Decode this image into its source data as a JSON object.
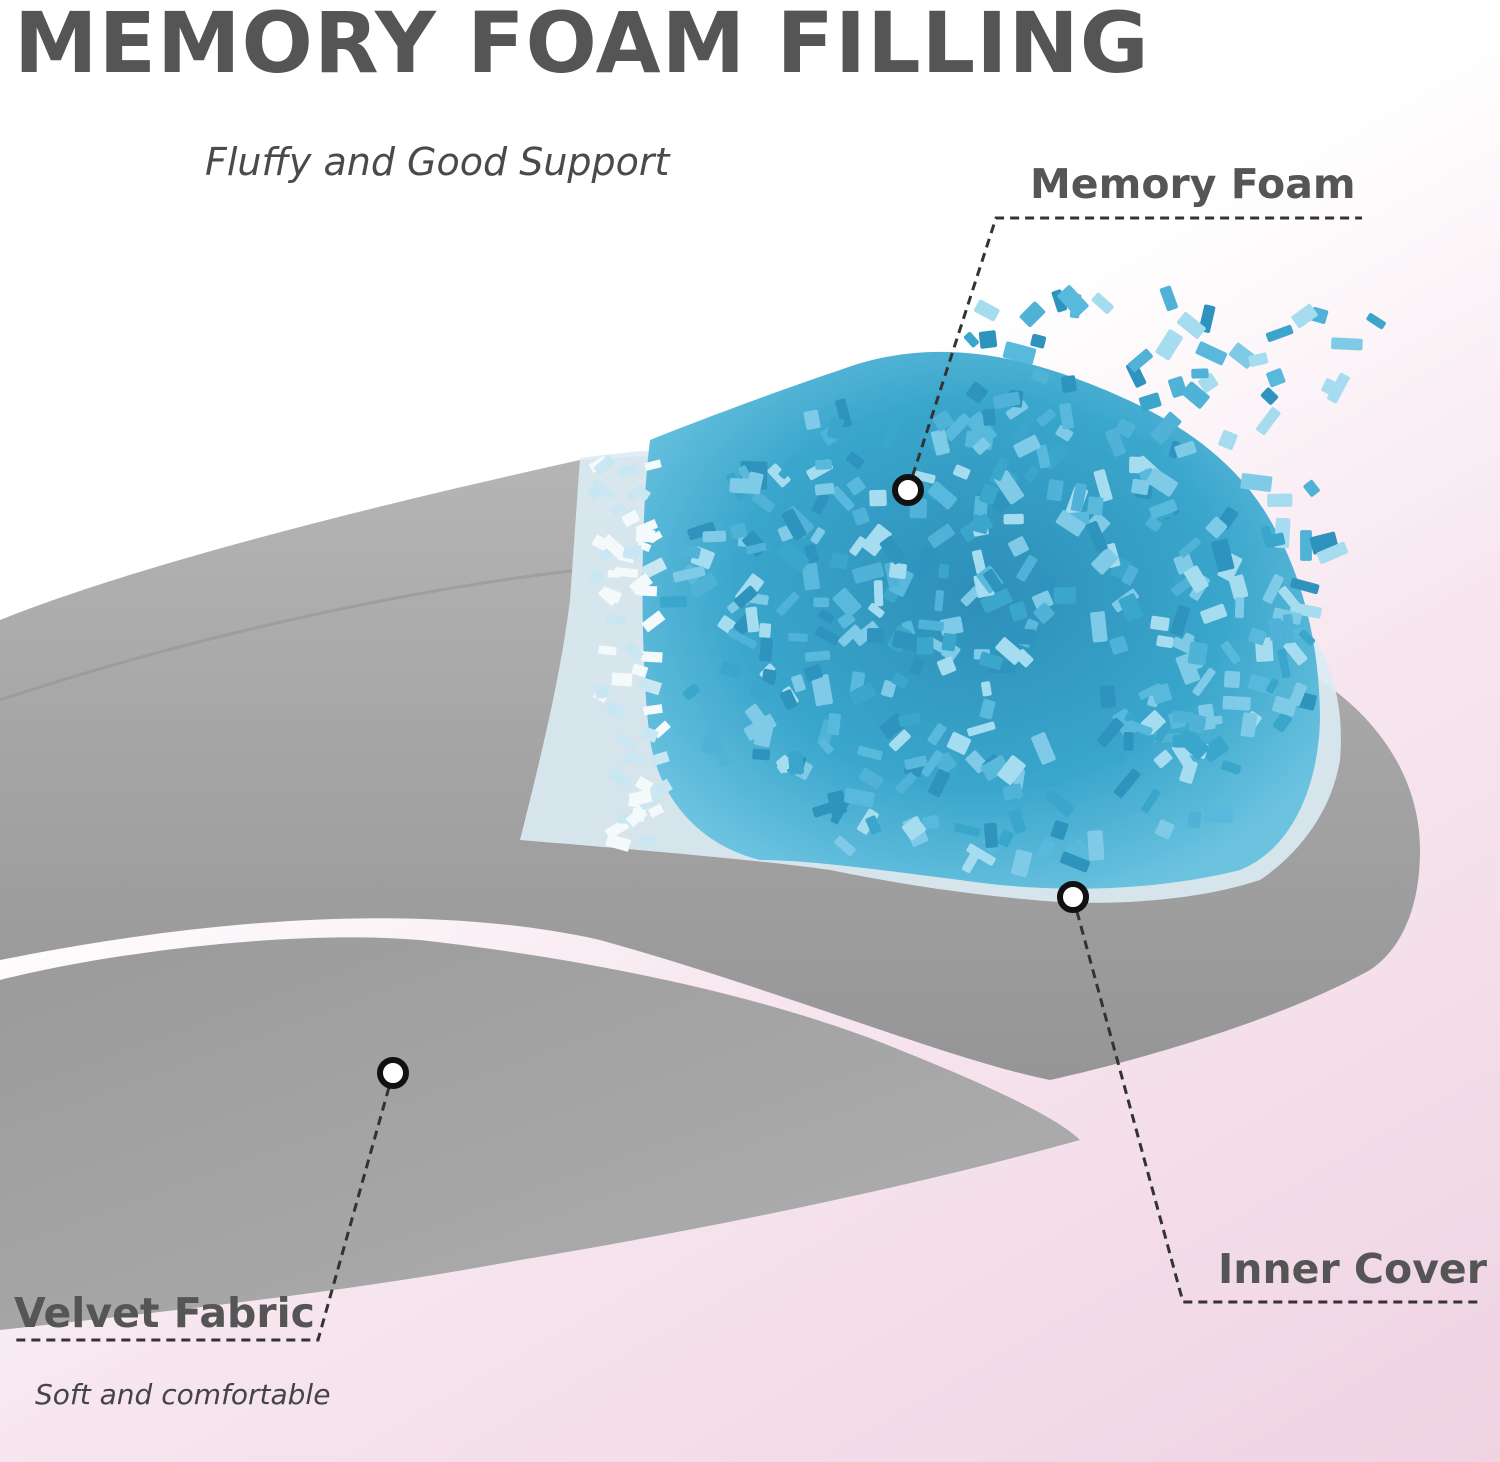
{
  "headline": "MEMORY FOAM FILLING",
  "subheadline": "Fluffy and Good Support",
  "callouts": {
    "memory_foam": "Memory Foam",
    "inner_cover": "Inner Cover",
    "velvet_fabric": "Velvet Fabric"
  },
  "caption": "Soft and comfortable",
  "colors": {
    "text": "#555555",
    "pillow_gray": "#a3a3a3",
    "foam_blue": "#3aa6cc",
    "inner_cover_light_blue": "#dcebf4",
    "background_pink": "#efd3e2"
  }
}
